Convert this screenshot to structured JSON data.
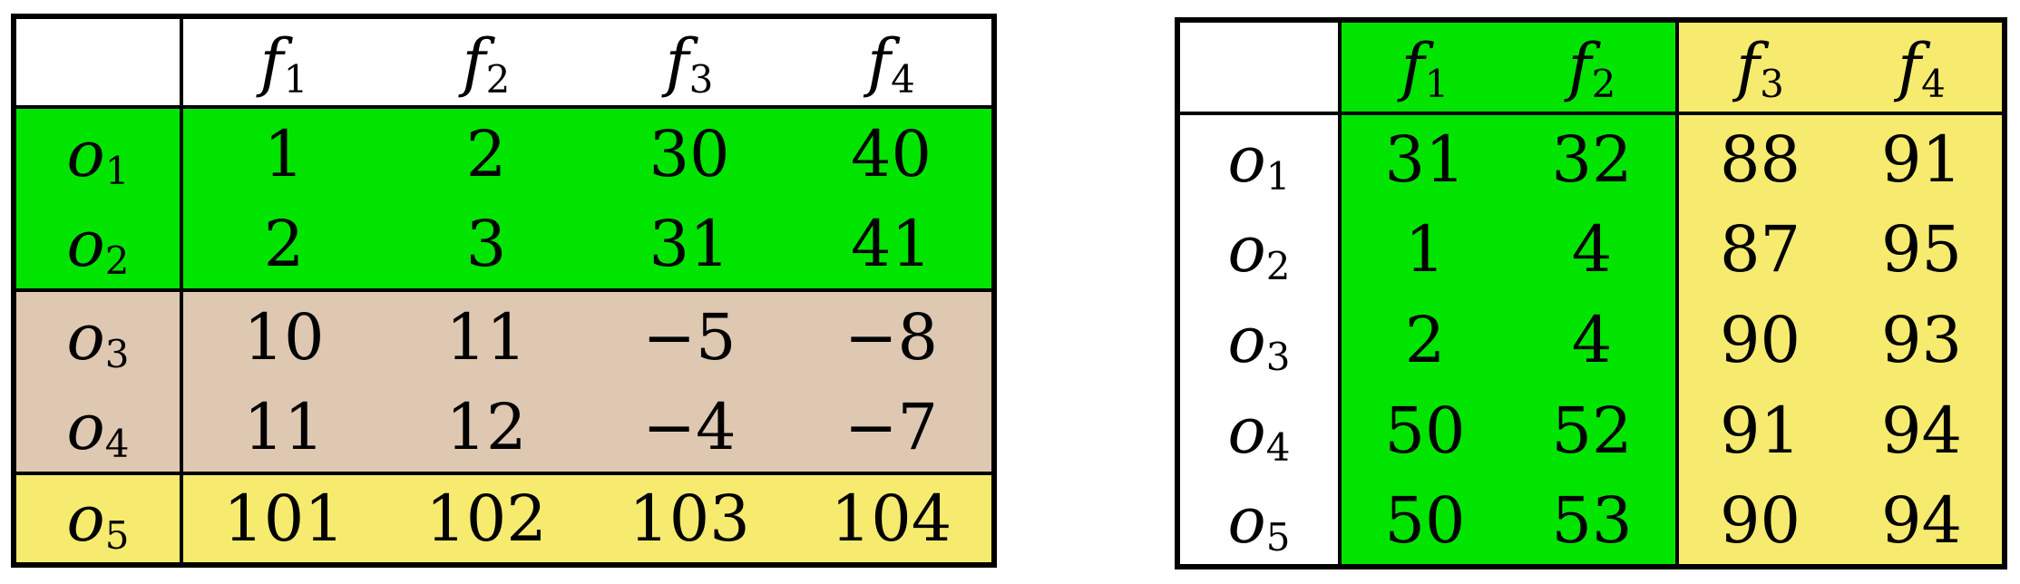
{
  "colors": {
    "green": "#00E400",
    "tan": "#DEC8B1",
    "yellow": "#F6EB6E",
    "white": "#FFFFFF",
    "border": "#000000",
    "text": "#000000"
  },
  "chart_data": [
    {
      "type": "table",
      "position": "left",
      "columns": [
        "",
        "f1",
        "f2",
        "f3",
        "f4"
      ],
      "row_labels": [
        "o1",
        "o2",
        "o3",
        "o4",
        "o5"
      ],
      "rows": [
        [
          1,
          2,
          30,
          40
        ],
        [
          2,
          3,
          31,
          41
        ],
        [
          10,
          11,
          -5,
          -8
        ],
        [
          11,
          12,
          -4,
          -7
        ],
        [
          101,
          102,
          103,
          104
        ]
      ],
      "row_colors": [
        "green",
        "green",
        "tan",
        "tan",
        "yellow"
      ],
      "layout_hints": "header row white; full-width rules below header, below row o2 and below row o4; vertical rule after label column"
    },
    {
      "type": "table",
      "position": "right",
      "columns": [
        "",
        "f1",
        "f2",
        "f3",
        "f4"
      ],
      "row_labels": [
        "o1",
        "o2",
        "o3",
        "o4",
        "o5"
      ],
      "rows": [
        [
          31,
          32,
          88,
          91
        ],
        [
          1,
          4,
          87,
          95
        ],
        [
          2,
          4,
          90,
          93
        ],
        [
          50,
          52,
          91,
          94
        ],
        [
          50,
          53,
          90,
          94
        ]
      ],
      "column_colors": [
        "white",
        "green",
        "green",
        "yellow",
        "yellow"
      ],
      "layout_hints": "label column white; columns f1-f2 green and f3-f4 yellow including header; rule below header; vertical rules after label column and between f2 and f3"
    }
  ],
  "tables": [
    {
      "header": {
        "corner": "",
        "cells": [
          {
            "base": "f",
            "sub": "1"
          },
          {
            "base": "f",
            "sub": "2"
          },
          {
            "base": "f",
            "sub": "3"
          },
          {
            "base": "f",
            "sub": "4"
          }
        ]
      },
      "rows": [
        {
          "label": {
            "base": "o",
            "sub": "1"
          },
          "cells": [
            "1",
            "2",
            "30",
            "40"
          ]
        },
        {
          "label": {
            "base": "o",
            "sub": "2"
          },
          "cells": [
            "2",
            "3",
            "31",
            "41"
          ]
        },
        {
          "label": {
            "base": "o",
            "sub": "3"
          },
          "cells": [
            "10",
            "11",
            "−5",
            "−8"
          ]
        },
        {
          "label": {
            "base": "o",
            "sub": "4"
          },
          "cells": [
            "11",
            "12",
            "−4",
            "−7"
          ]
        },
        {
          "label": {
            "base": "o",
            "sub": "5"
          },
          "cells": [
            "101",
            "102",
            "103",
            "104"
          ]
        }
      ]
    },
    {
      "header": {
        "corner": "",
        "cells": [
          {
            "base": "f",
            "sub": "1"
          },
          {
            "base": "f",
            "sub": "2"
          },
          {
            "base": "f",
            "sub": "3"
          },
          {
            "base": "f",
            "sub": "4"
          }
        ]
      },
      "rows": [
        {
          "label": {
            "base": "o",
            "sub": "1"
          },
          "cells": [
            "31",
            "32",
            "88",
            "91"
          ]
        },
        {
          "label": {
            "base": "o",
            "sub": "2"
          },
          "cells": [
            "1",
            "4",
            "87",
            "95"
          ]
        },
        {
          "label": {
            "base": "o",
            "sub": "3"
          },
          "cells": [
            "2",
            "4",
            "90",
            "93"
          ]
        },
        {
          "label": {
            "base": "o",
            "sub": "4"
          },
          "cells": [
            "50",
            "52",
            "91",
            "94"
          ]
        },
        {
          "label": {
            "base": "o",
            "sub": "5"
          },
          "cells": [
            "50",
            "53",
            "90",
            "94"
          ]
        }
      ]
    }
  ]
}
